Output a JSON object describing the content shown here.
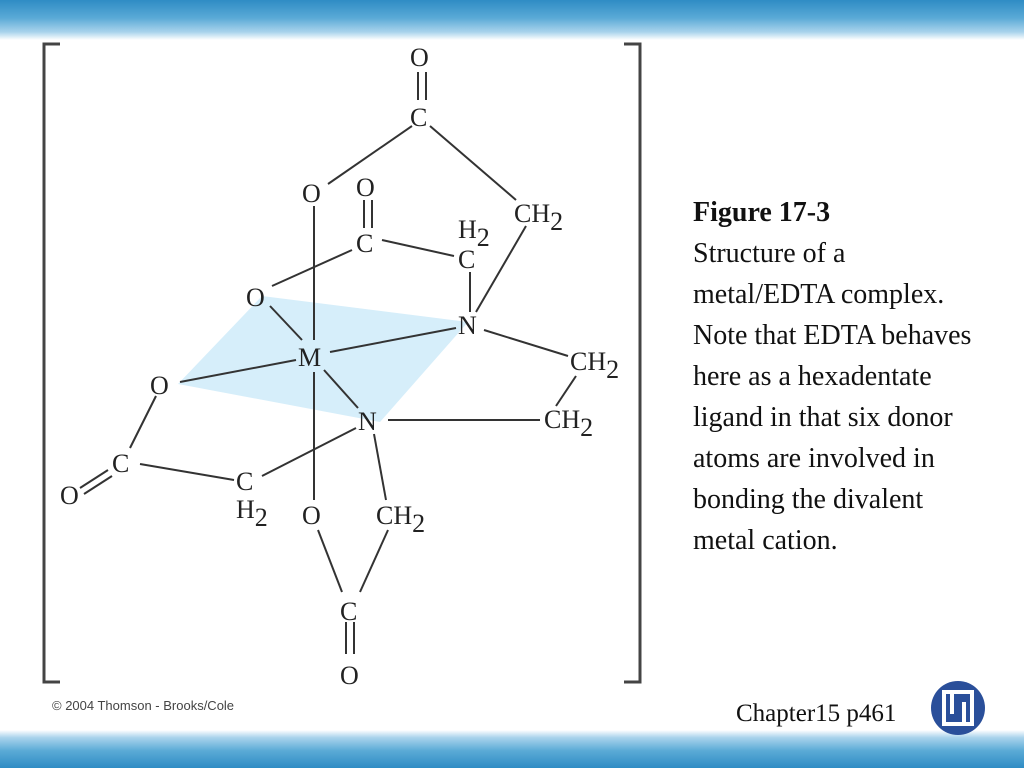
{
  "figure": {
    "title": "Figure 17-3",
    "caption": "Structure of a metal/EDTA complex. Note that EDTA behaves here as a hexadentate ligand in that six donor atoms are involved in bonding the divalent metal cation."
  },
  "diagram": {
    "atoms": {
      "o_top": "O",
      "c_top": "C",
      "o_upper_left": "O",
      "o_carbonyl_mid": "O",
      "c_mid": "C",
      "h2_upper": "H",
      "c_h2_upper": "C",
      "ch2_top_right": "CH",
      "o_left": "O",
      "n_upper": "N",
      "m_center": "M",
      "o_far_left": "O",
      "ch2_right_upper": "CH",
      "n_lower": "N",
      "ch2_right_lower": "CH",
      "c_lower_left": "C",
      "o_lower_left": "O",
      "c_h2_lower": "C",
      "h2_lower": "H",
      "o_bottom_mid": "O",
      "ch2_bottom": "CH",
      "c_bottom": "C",
      "o_bottom": "O"
    },
    "subscript": "2"
  },
  "footer": {
    "copyright": "© 2004 Thomson - Brooks/Cole",
    "chapter": "Chapter15 p",
    "page": "461"
  },
  "colors": {
    "band": "#3a96cc",
    "plane": "#d6eefa",
    "logo": "#2a4f9a"
  },
  "icons": {
    "publisher_logo": "publisher-logo-icon"
  }
}
